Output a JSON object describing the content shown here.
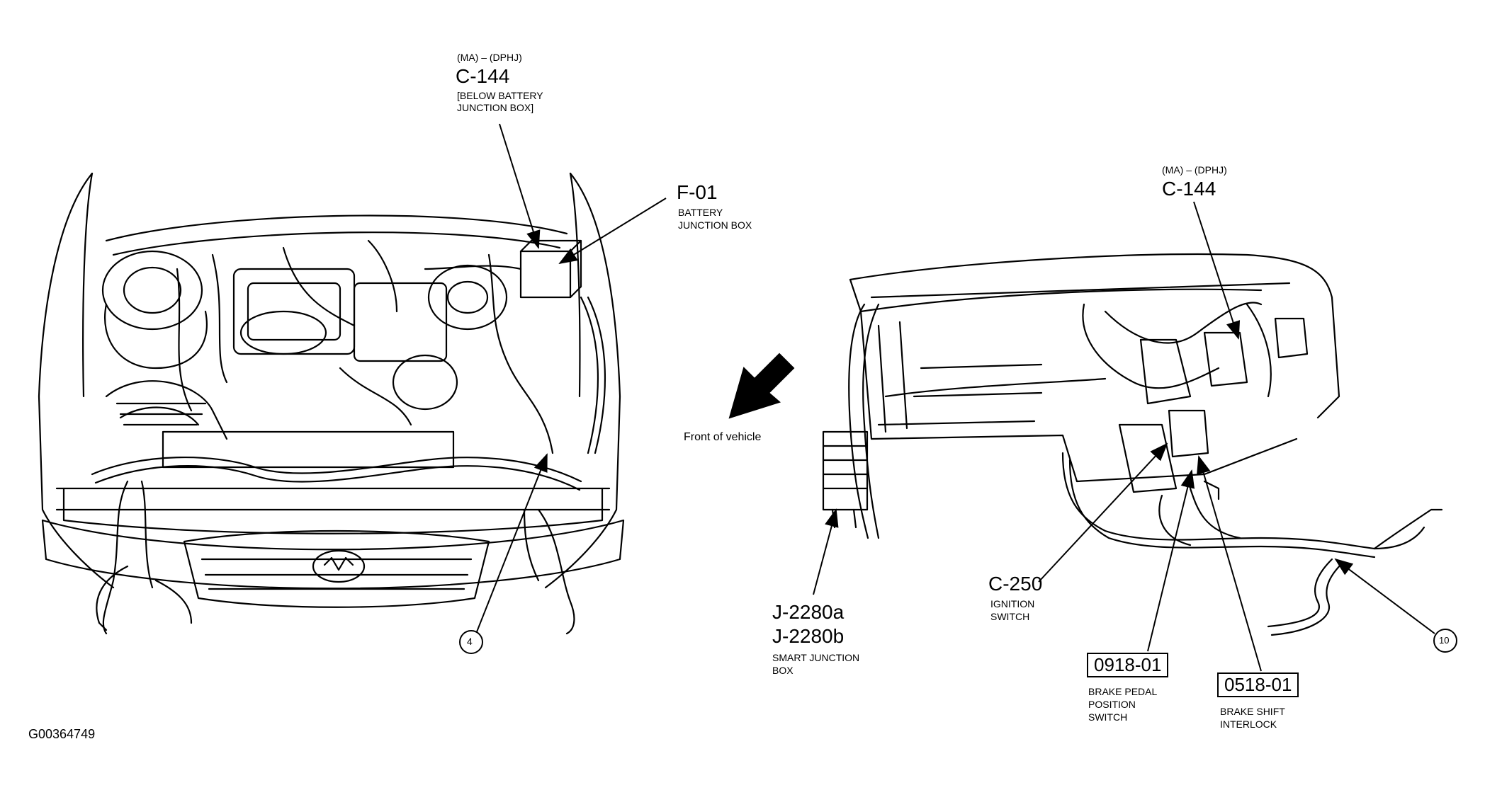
{
  "labels": {
    "c144_left_variant": "(MA) – (DPHJ)",
    "c144_left_code": "C-144",
    "c144_left_desc_1": "[BELOW BATTERY",
    "c144_left_desc_2": "JUNCTION BOX]",
    "f01_code": "F-01",
    "f01_desc_1": "BATTERY",
    "f01_desc_2": "JUNCTION BOX",
    "front_of_vehicle": "Front of vehicle",
    "c144_right_variant": "(MA) – (DPHJ)",
    "c144_right_code": "C-144",
    "j2280a": "J-2280a",
    "j2280b": "J-2280b",
    "sjb_desc_1": "SMART JUNCTION",
    "sjb_desc_2": "BOX",
    "c250_code": "C-250",
    "c250_desc_1": "IGNITION",
    "c250_desc_2": "SWITCH",
    "box_0918": "0918-01",
    "bpp_desc_1": "BRAKE PEDAL",
    "bpp_desc_2": "POSITION",
    "bpp_desc_3": "SWITCH",
    "box_0518": "0518-01",
    "bsi_desc_1": "BRAKE SHIFT",
    "bsi_desc_2": "INTERLOCK",
    "callout_4": "4",
    "callout_10": "10",
    "figure_id": "G00364749"
  },
  "colors": {
    "line": "#000000",
    "background": "#ffffff"
  }
}
